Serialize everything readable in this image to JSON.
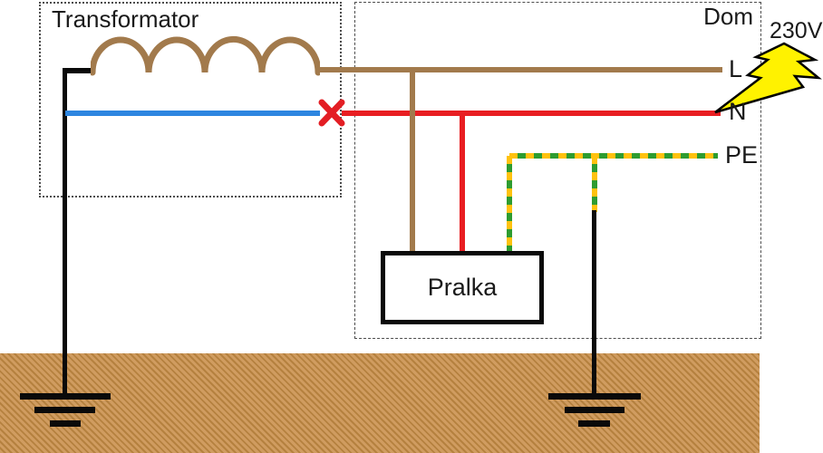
{
  "labels": {
    "transformer": "Transformator",
    "house": "Dom",
    "voltage": "230V",
    "appliance": "Pralka",
    "line": "L",
    "neutral": "N",
    "earth": "PE"
  },
  "colors": {
    "line_brown": "#A27A4C",
    "neutral_blue": "#2E86E0",
    "neutral_red": "#E81E22",
    "pe_yellow": "#FFC20E",
    "pe_green": "#2E9C30",
    "bolt_yellow": "#FFF200",
    "fault_red": "#E31E24",
    "earth_light": "#D09C60",
    "earth_dark": "#B5813F",
    "wire_black": "#0A0A0A",
    "border_gray": "#4D4D4D"
  }
}
